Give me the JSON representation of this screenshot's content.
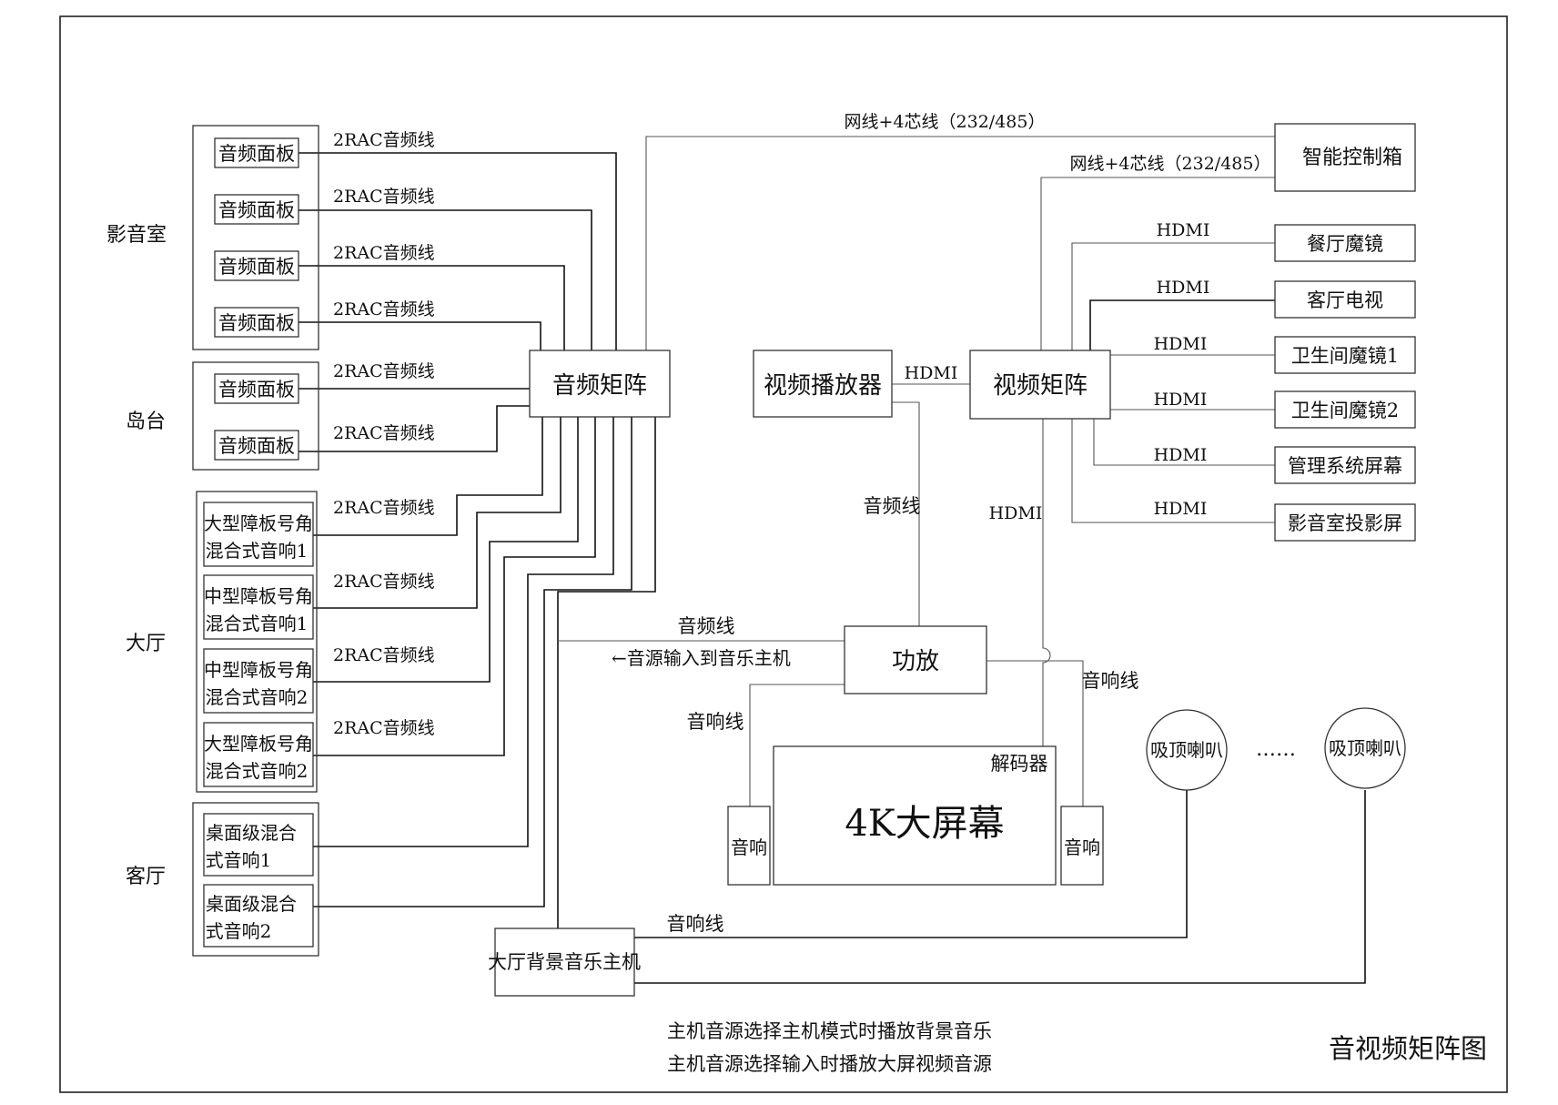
{
  "diagram_title": "音视频矩阵图",
  "groups": {
    "av_room": "影音室",
    "island": "岛台",
    "hall": "大厅",
    "living": "客厅"
  },
  "devices": {
    "audio_panel": "音频面板",
    "large_horn_1": [
      "大型障板号角",
      "混合式音响1"
    ],
    "mid_horn_1": [
      "中型障板号角",
      "混合式音响1"
    ],
    "mid_horn_2": [
      "中型障板号角",
      "混合式音响2"
    ],
    "large_horn_2": [
      "大型障板号角",
      "混合式音响2"
    ],
    "desk_1": [
      "桌面级混合",
      "式音响1"
    ],
    "desk_2": [
      "桌面级混合",
      "式音响2"
    ],
    "audio_matrix": "音频矩阵",
    "video_player": "视频播放器",
    "video_matrix": "视频矩阵",
    "smart_box": "智能控制箱",
    "dining_mirror": "餐厅魔镜",
    "living_tv": "客厅电视",
    "bath_mirror_1": "卫生间魔镜1",
    "bath_mirror_2": "卫生间魔镜2",
    "mgmt_screen": "管理系统屏幕",
    "av_projector": "影音室投影屏",
    "amp": "功放",
    "decoder": "解码器",
    "screen_4k": "4K大屏幕",
    "speaker": "音响",
    "ceiling_speaker": "吸顶喇叭",
    "bg_music_host": "大厅背景音乐主机"
  },
  "wires": {
    "rac": "2RAC音频线",
    "net_4core": "网线+4芯线（232/485）",
    "hdmi": "HDMI",
    "audio_line": "音频线",
    "speaker_line": "音响线",
    "source_input": "←音源输入到音乐主机"
  },
  "ellipsis": "……",
  "notes": [
    "主机音源选择主机模式时播放背景音乐",
    "主机音源选择输入时播放大屏视频音源"
  ]
}
